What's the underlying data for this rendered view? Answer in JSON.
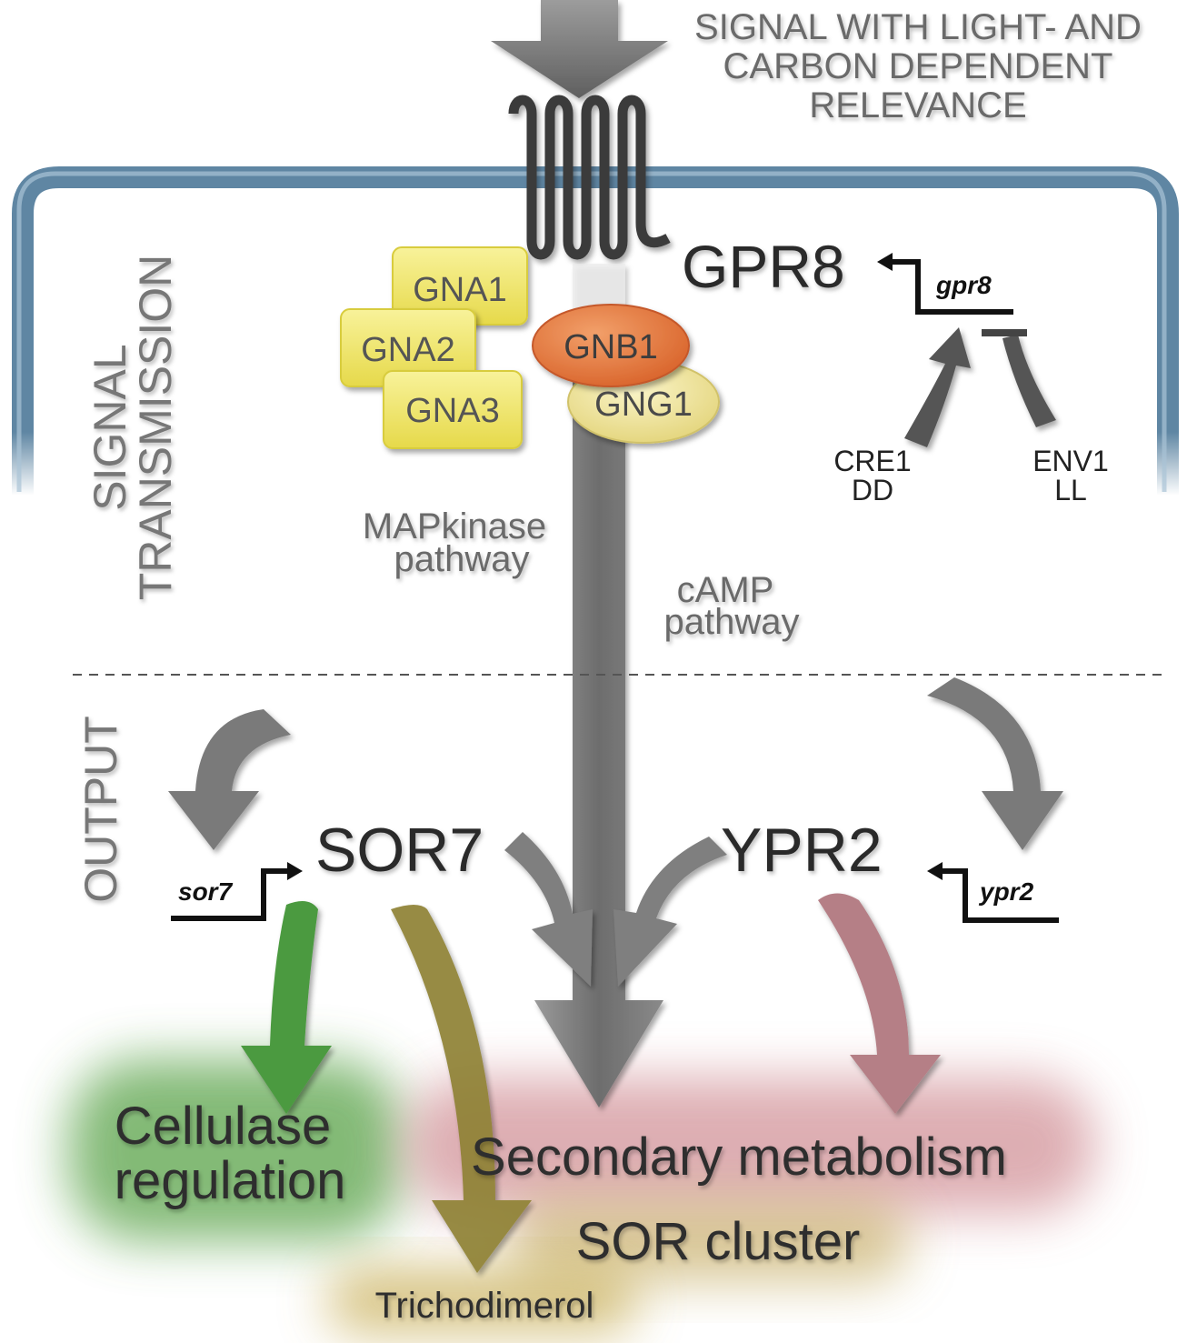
{
  "signal": {
    "line1": "SIGNAL WITH LIGHT- AND",
    "line2": "CARBON DEPENDENT",
    "line3": "RELEVANCE"
  },
  "sections": {
    "signal_transmission_line1": "SIGNAL",
    "signal_transmission_line2": "TRANSMISSION",
    "output": "OUTPUT"
  },
  "receptor": {
    "protein": "GPR8",
    "gene": "gpr8",
    "activator_line1": "CRE1",
    "activator_line2": "DD",
    "repressor_line1": "ENV1",
    "repressor_line2": "LL"
  },
  "g_alpha": [
    "GNA1",
    "GNA2",
    "GNA3"
  ],
  "g_beta": "GNB1",
  "g_gamma": "GNG1",
  "pathways": {
    "mapk_line1": "MAPkinase",
    "mapk_line2": "pathway",
    "camp_line1": "cAMP",
    "camp_line2": "pathway"
  },
  "targets": {
    "sor7_protein": "SOR7",
    "sor7_gene": "sor7",
    "ypr2_protein": "YPR2",
    "ypr2_gene": "ypr2"
  },
  "outputs": {
    "cellulase_line1": "Cellulase",
    "cellulase_line2": "regulation",
    "secondary": "Secondary metabolism",
    "sor_cluster": "SOR cluster",
    "trichodimerol": "Trichodimerol"
  },
  "colors": {
    "membrane": "#5f86a3",
    "arrow_grey": "#7c7c7c",
    "g_alpha_box": "#f3ec6e",
    "gnb1": "#e67e3f",
    "gng1": "#f0e7a3",
    "green": "#4c9a40",
    "olive": "#8f8236",
    "pink": "#b57f86"
  }
}
